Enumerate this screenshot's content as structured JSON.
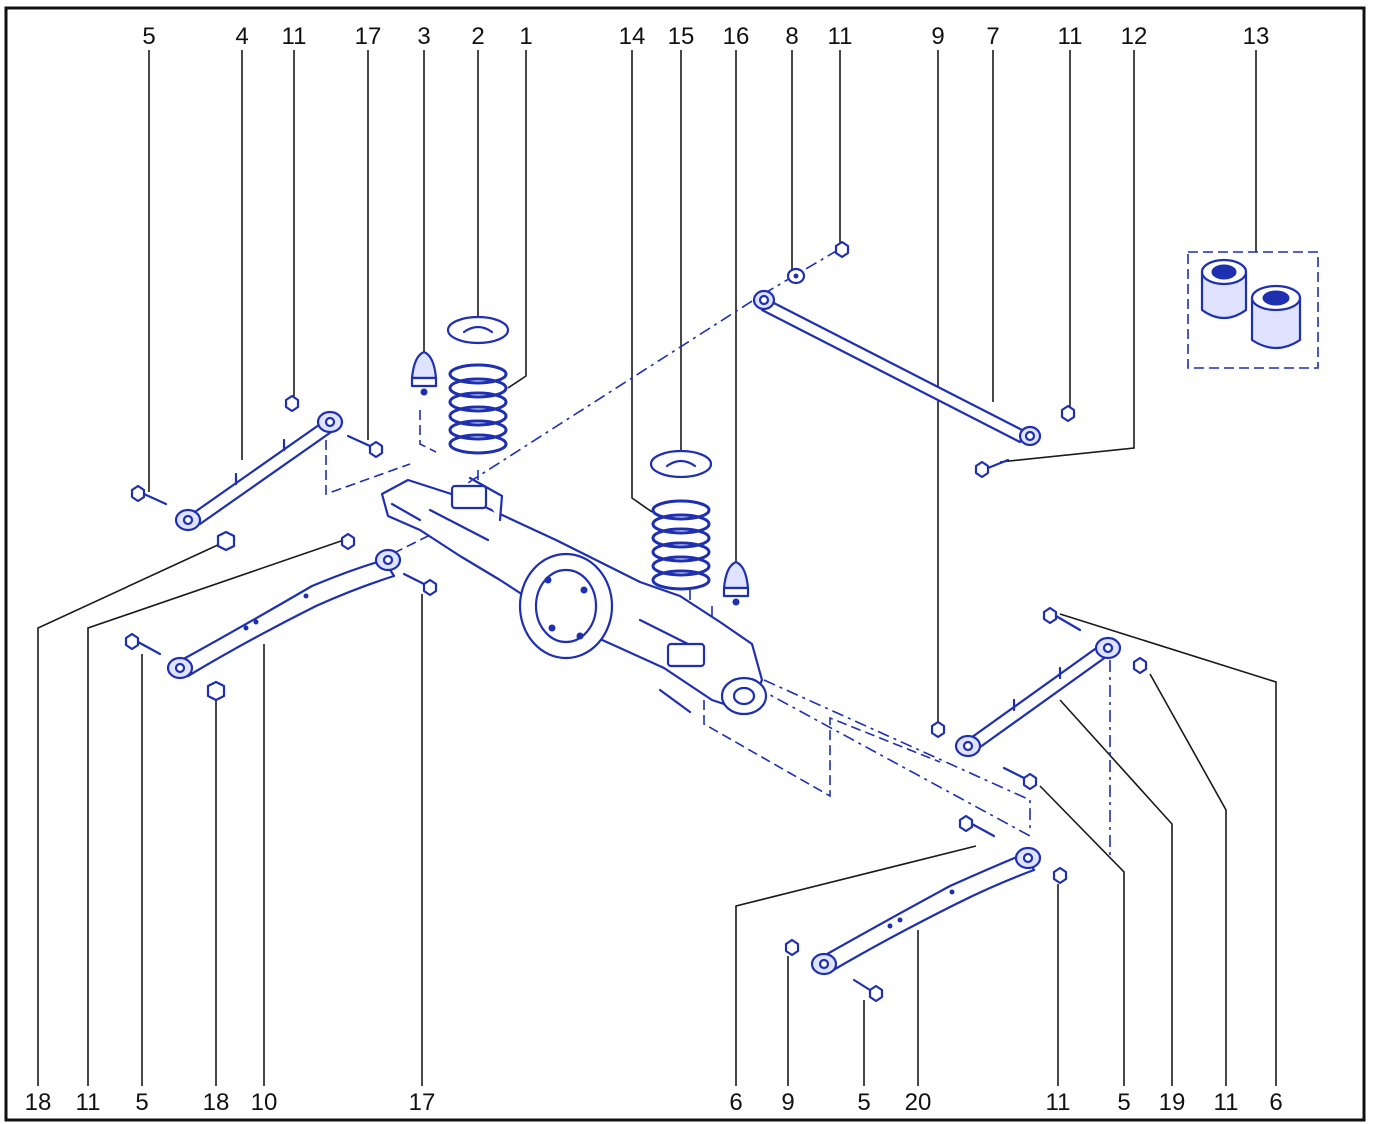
{
  "diagram": {
    "accent_color": "#1e2fb0",
    "top_labels": [
      "5",
      "4",
      "11",
      "17",
      "3",
      "2",
      "1",
      "14",
      "15",
      "16",
      "8",
      "11",
      "9",
      "7",
      "11",
      "12",
      "13"
    ],
    "bottom_labels": [
      "18",
      "11",
      "5",
      "18",
      "10",
      "17",
      "6",
      "9",
      "5",
      "20",
      "11",
      "5",
      "19",
      "11",
      "6"
    ]
  }
}
